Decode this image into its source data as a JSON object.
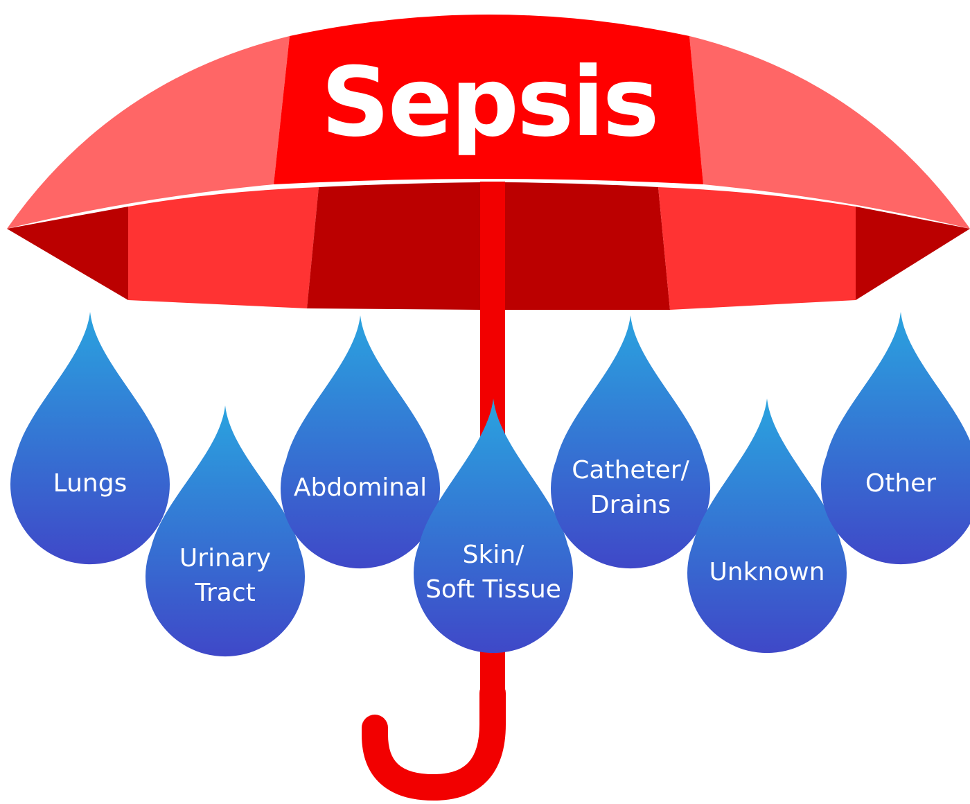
{
  "title": "Sepsis",
  "colors": {
    "canopy_light": "#FF6666",
    "canopy_mid": "#FF3333",
    "canopy_main": "#FF0000",
    "canopy_dark": "#BB0000",
    "handle": "#F20000",
    "drop_top": "#2AA3DF",
    "drop_bottom": "#3F48C8"
  },
  "drops": [
    {
      "id": "lungs",
      "lines": [
        "Lungs"
      ]
    },
    {
      "id": "urinary-tract",
      "lines": [
        "Urinary",
        "Tract"
      ]
    },
    {
      "id": "abdominal",
      "lines": [
        "Abdominal"
      ]
    },
    {
      "id": "skin-soft-tissue",
      "lines": [
        "Skin/",
        "Soft Tissue"
      ]
    },
    {
      "id": "catheter-drains",
      "lines": [
        "Catheter/",
        "Drains"
      ]
    },
    {
      "id": "unknown",
      "lines": [
        "Unknown"
      ]
    },
    {
      "id": "other",
      "lines": [
        "Other"
      ]
    }
  ]
}
